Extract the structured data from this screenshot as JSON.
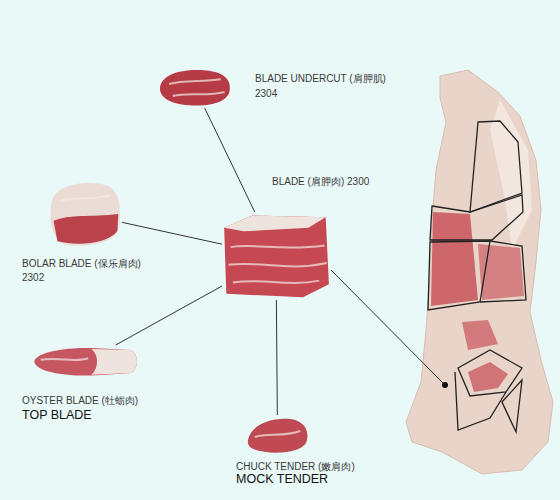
{
  "diagram": {
    "nodes": [
      {
        "text": [
          "BLADE UNDERCUT (肩胛肌)",
          "2304"
        ]
      },
      {
        "text": [
          "BLADE (肩胛肉) 2300"
        ]
      },
      {
        "text": [
          "BOLAR BLADE (保乐肩肉)",
          "2302"
        ]
      },
      {
        "text": [
          "OYSTER BLADE (牡蛎肉)",
          "TOP BLADE"
        ]
      },
      {
        "text": [
          "CHUCK TENDER (嫩肩肉)",
          "MOCK TENDER"
        ]
      }
    ],
    "edges": [
      {
        "from": 1,
        "to": 0,
        "arrow": "none"
      },
      {
        "from": 1,
        "to": 2,
        "arrow": "none"
      },
      {
        "from": 1,
        "to": 3,
        "arrow": "none"
      },
      {
        "from": 1,
        "to": 4,
        "arrow": "none"
      }
    ]
  }
}
